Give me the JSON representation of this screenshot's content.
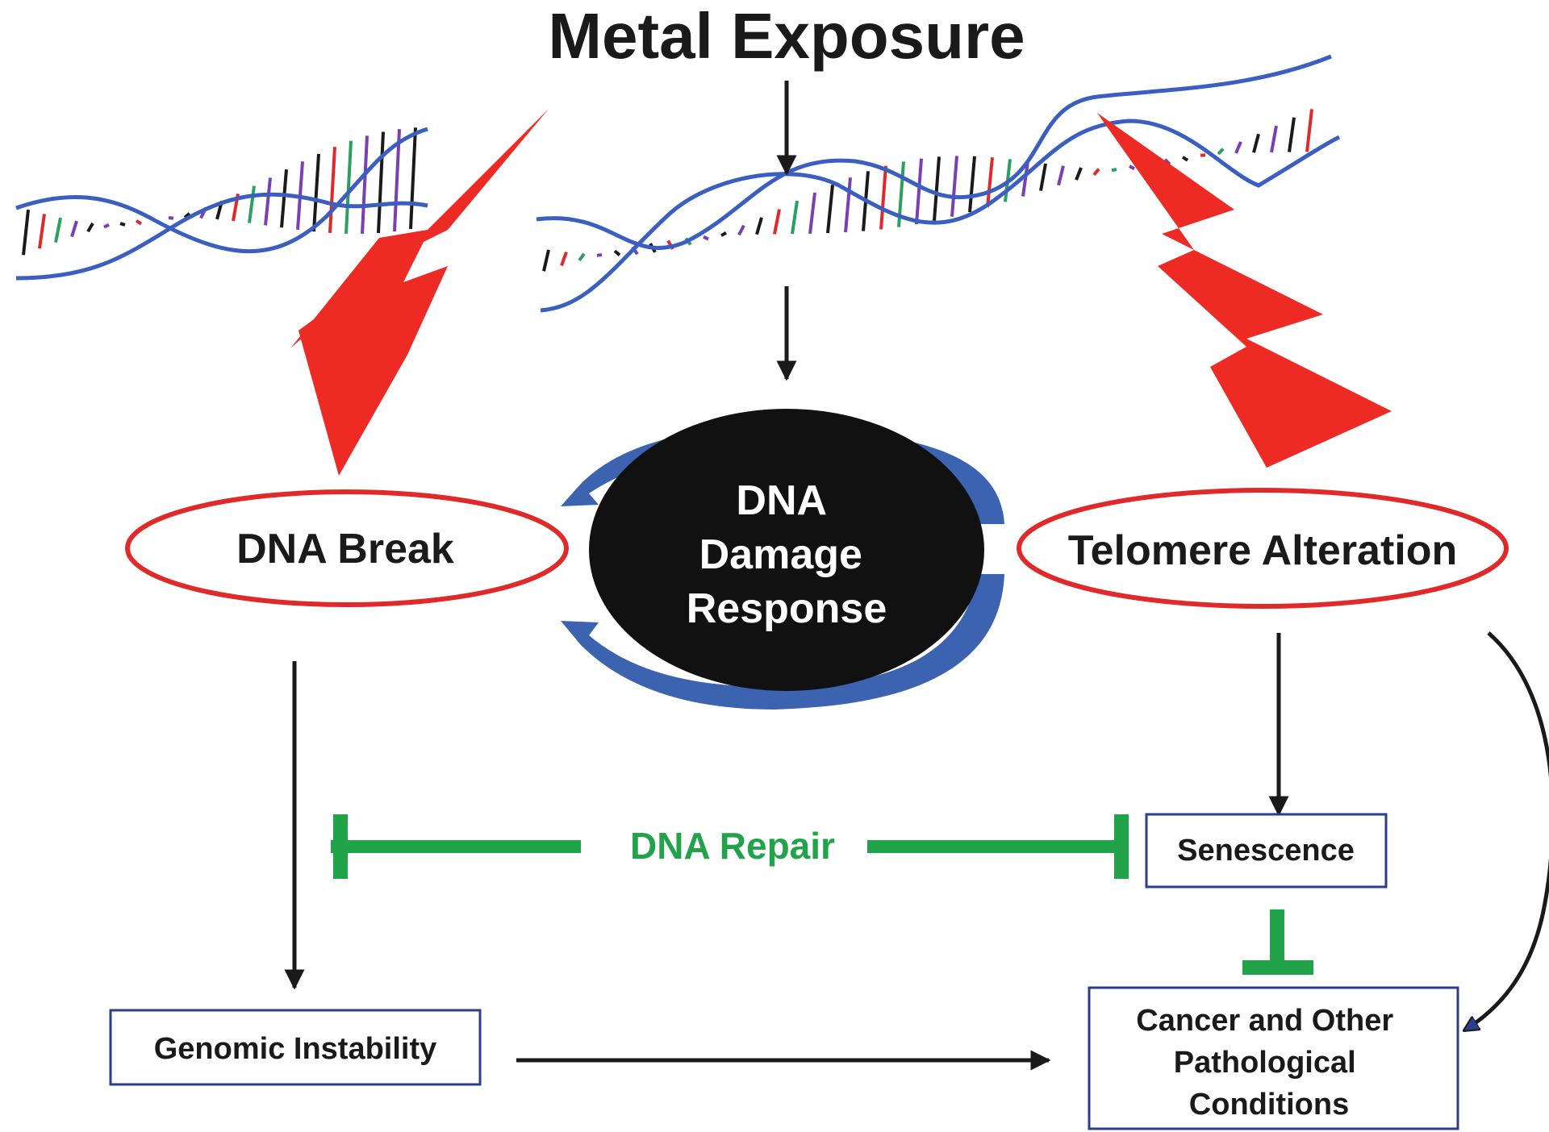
{
  "title": "Metal Exposure",
  "nodes": {
    "dna_break": "DNA Break",
    "ddr": [
      "DNA",
      "Damage",
      "Response"
    ],
    "telomere": "Telomere Alteration",
    "senescence": "Senescence",
    "genomic_instability": "Genomic Instability",
    "cancer": [
      "Cancer and Other",
      "Pathological",
      "Conditions"
    ]
  },
  "repair_label": "DNA Repair",
  "colors": {
    "text": "#1a1a1a",
    "red_ellipse": "#e02a2a",
    "lightning": "#ee2a24",
    "box_border": "#2a3e8c",
    "green": "#21a34a",
    "cycle_blue": "#3b63b0",
    "dna_backbone": "#3a5fc0",
    "ddr_fill": "#111111"
  }
}
